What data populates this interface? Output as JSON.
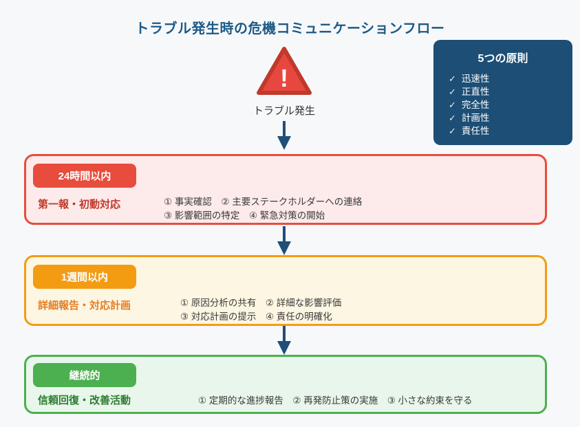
{
  "title": "トラブル発生時の危機コミュニケーションフロー",
  "trigger": {
    "exclamation": "!",
    "label": "トラブル発生"
  },
  "principles": {
    "title": "5つの原則",
    "check_icon": "✓",
    "items": [
      "迅速性",
      "正直性",
      "完全性",
      "計画性",
      "責任性"
    ]
  },
  "stages": [
    {
      "badge": "24時間以内",
      "title": "第一報・初動対応",
      "lines": [
        "① 事実確認　② 主要ステークホルダーへの連絡",
        "③ 影響範囲の特定　④ 緊急対策の開始"
      ],
      "accent": "#e74c3c"
    },
    {
      "badge": "1週間以内",
      "title": "詳細報告・対応計画",
      "lines": [
        "① 原因分析の共有　② 詳細な影響評価",
        "③ 対応計画の提示　④ 責任の明確化"
      ],
      "accent": "#f39c12"
    },
    {
      "badge": "継続的",
      "title": "信頼回復・改善活動",
      "lines": [
        "① 定期的な進捗報告　② 再発防止策の実施　③ 小さな約束を守る"
      ],
      "accent": "#4caf50"
    }
  ],
  "colors": {
    "background": "#f7f8fa",
    "title_text": "#1d5a87",
    "panel_navy": "#1d4e75",
    "arrow_navy": "#1f4e79",
    "warning_red": "#e74c3c",
    "stage_red_bg": "#fdeaea",
    "stage_orange_bg": "#fdf6e3",
    "stage_green_bg": "#e9f6eb"
  }
}
